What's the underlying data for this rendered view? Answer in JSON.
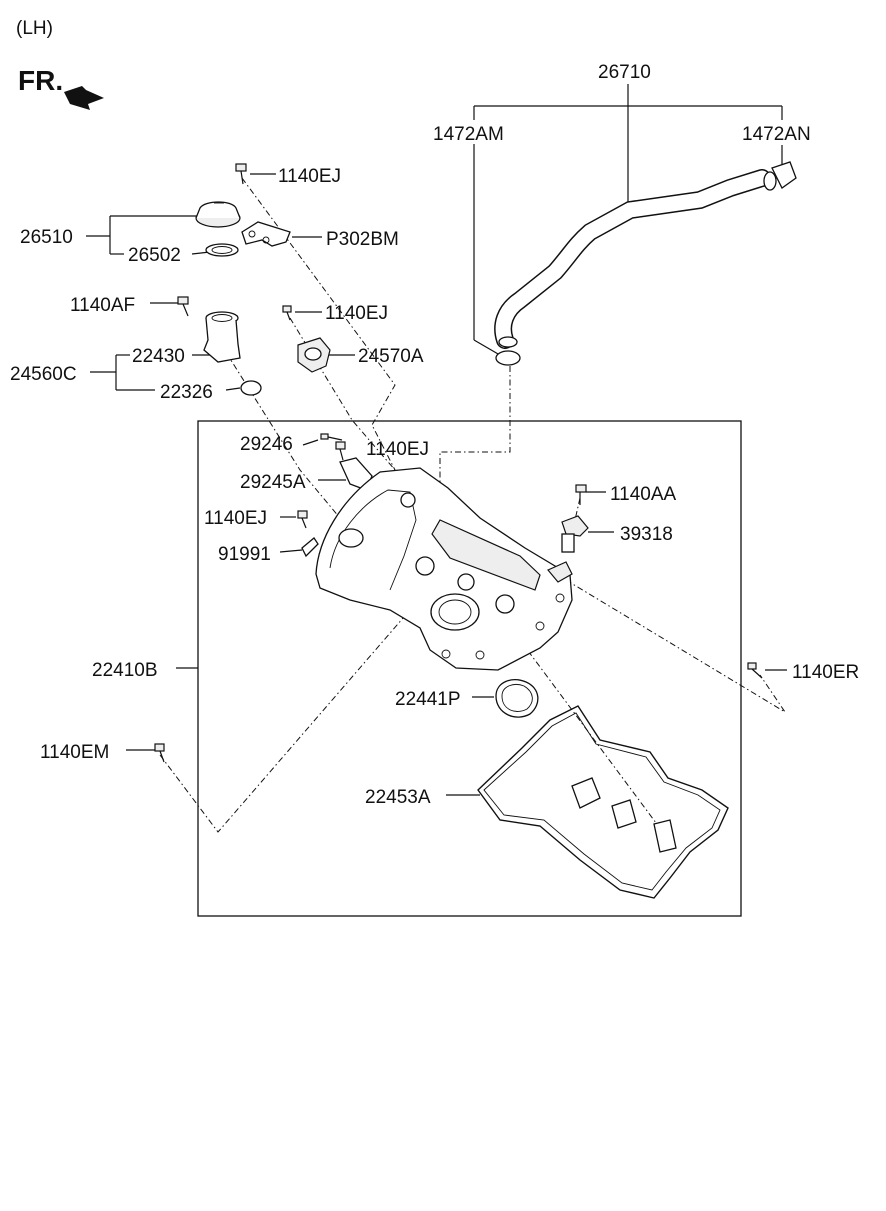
{
  "header": {
    "side": "(LH)",
    "front_marker": "FR."
  },
  "labels": {
    "hose_assy": "26710",
    "hose_clamp_left": "1472AM",
    "hose_clamp_right": "1472AN",
    "bolt_top": "1140EJ",
    "oil_filler_cap_assy": "26510",
    "bracket": "P302BM",
    "cap_gasket": "26502",
    "bolt_af": "1140AF",
    "bolt_ej_mid": "1140EJ",
    "filler_neck": "22430",
    "housing": "24570A",
    "neck_assy": "24560C",
    "o_ring": "22326",
    "stud": "29246",
    "bolt_ej_cover": "1140EJ",
    "harness_bracket": "29245A",
    "bolt_aa": "1140AA",
    "bolt_ej_left": "1140EJ",
    "sensor": "39318",
    "clip": "91991",
    "cover_assy": "22410B",
    "bolt_er": "1140ER",
    "plug_gasket": "22441P",
    "bolt_em": "1140EM",
    "cover_gasket": "22453A"
  }
}
